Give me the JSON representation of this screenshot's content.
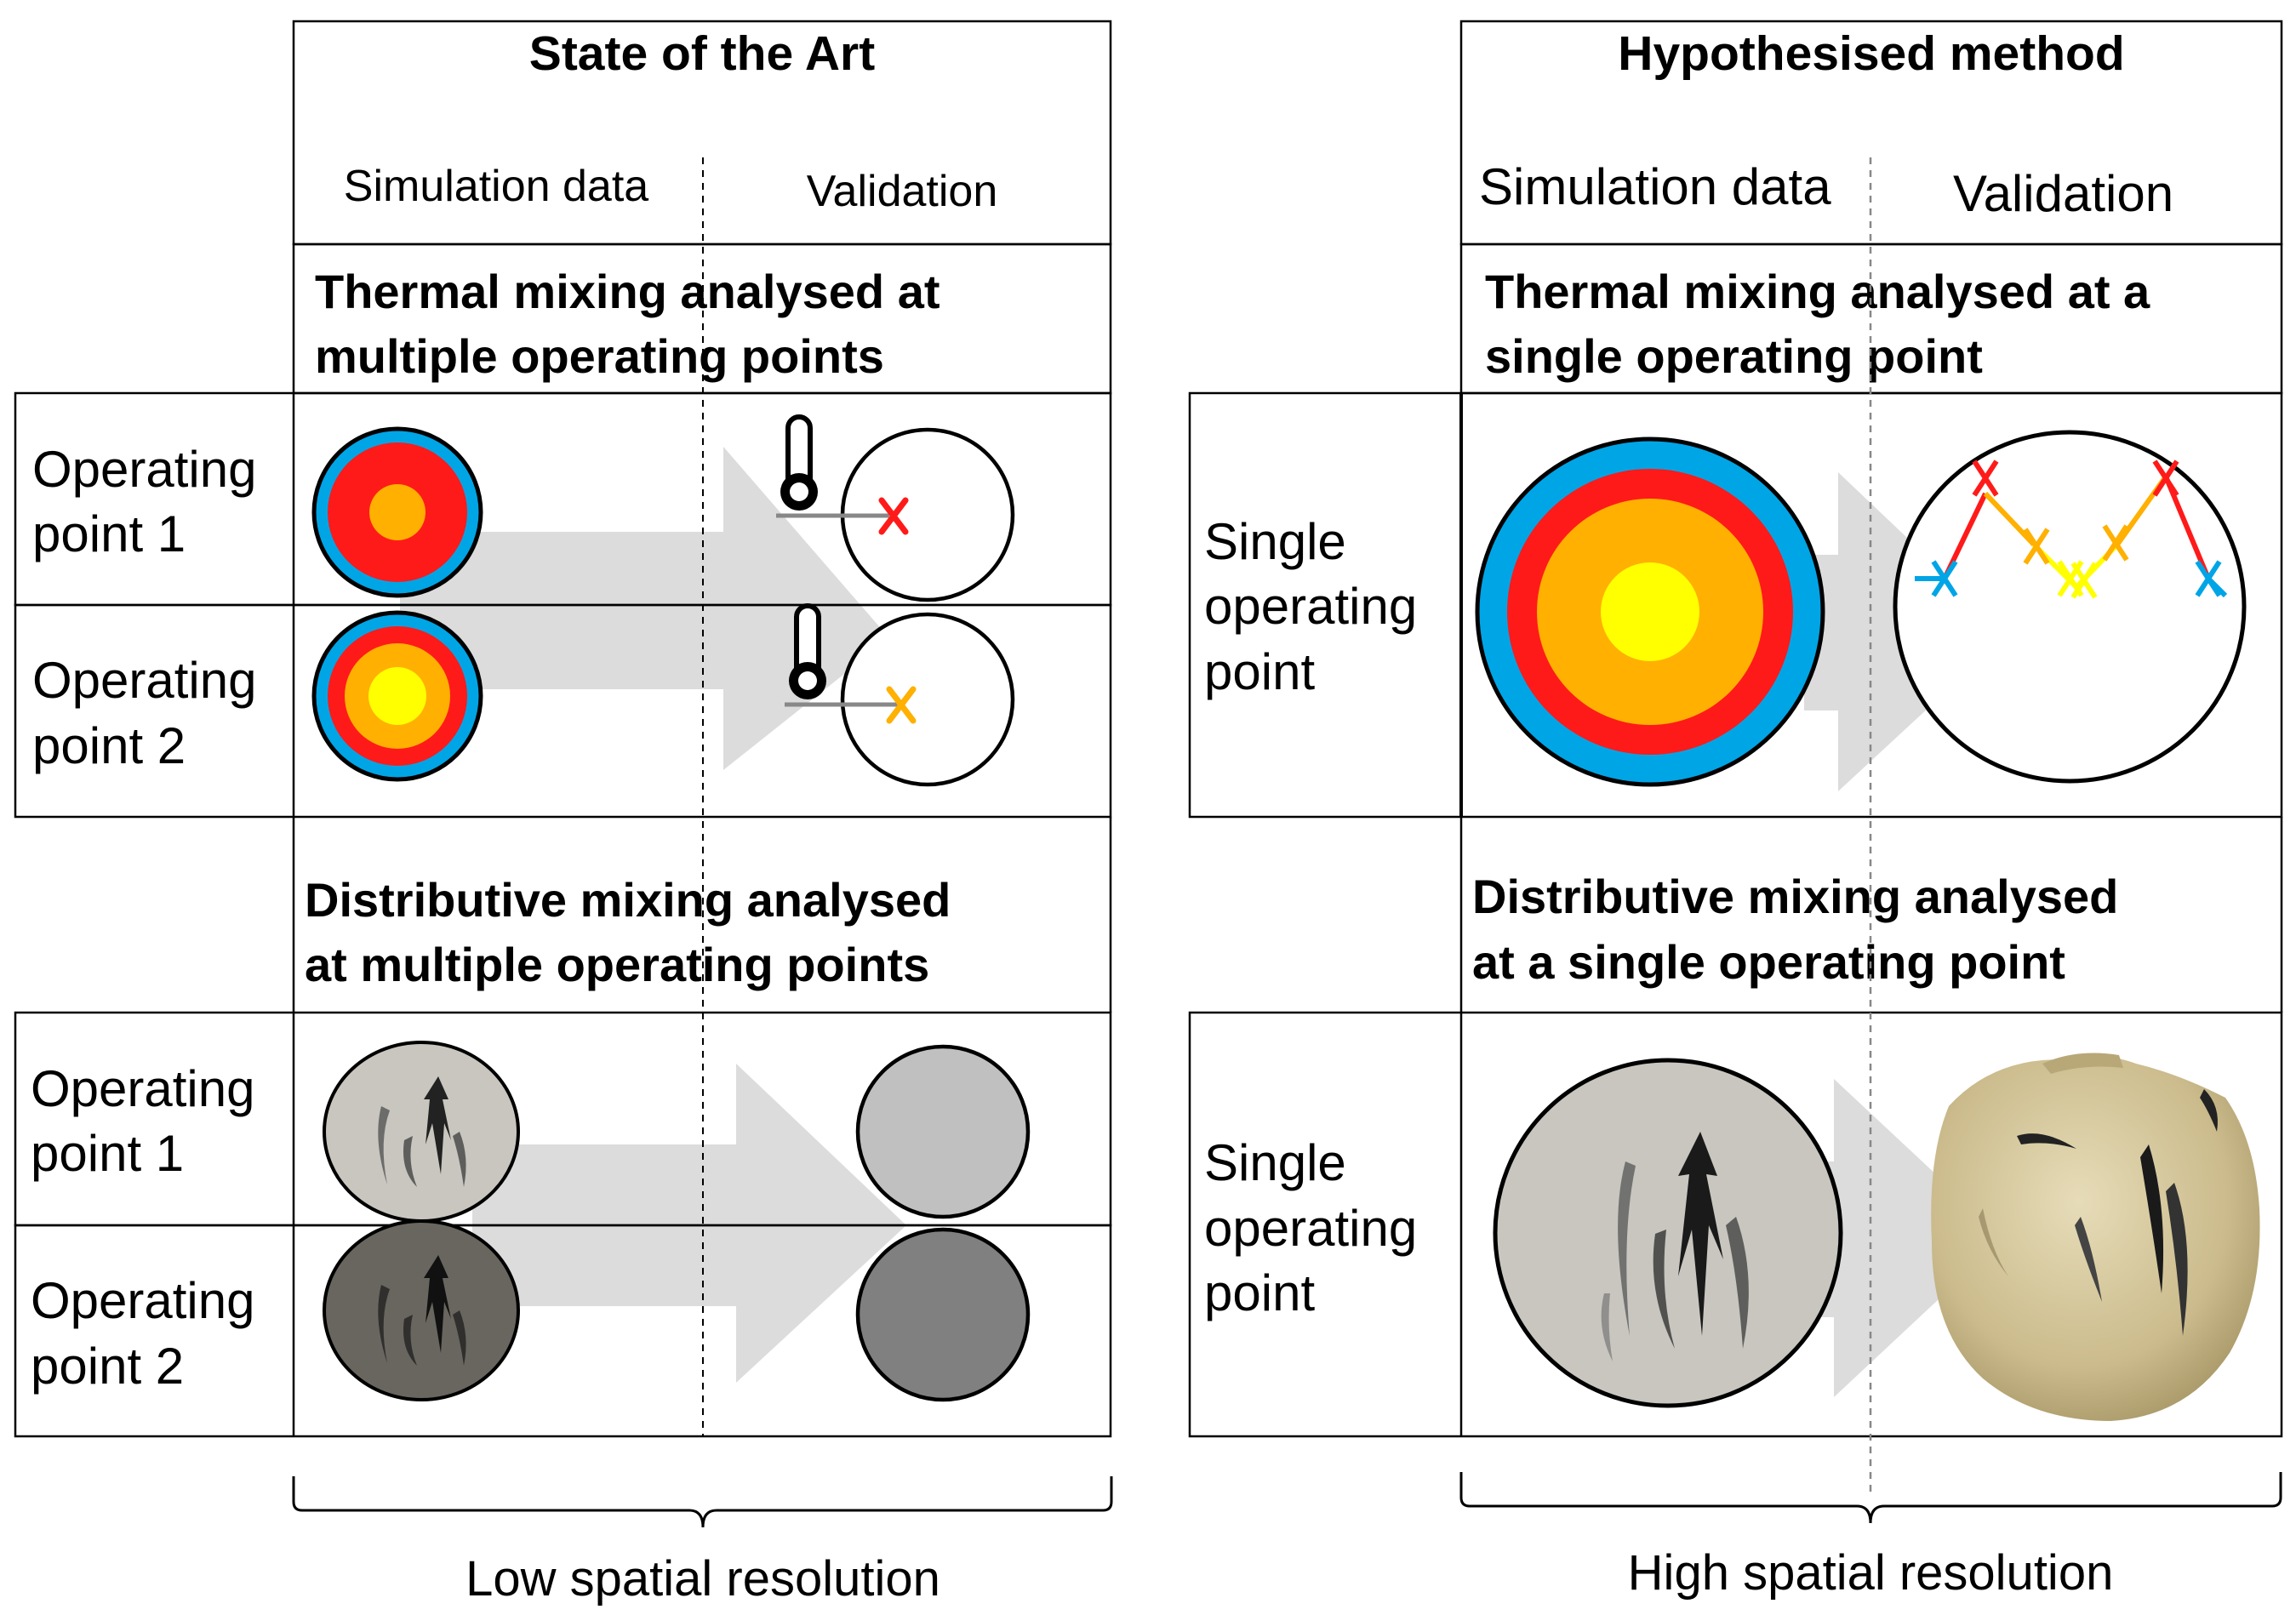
{
  "left_panel": {
    "title": "State of the Art",
    "col_simulation": "Simulation data",
    "col_validation": "Validation",
    "thermal_heading": [
      "Thermal mixing analysed at",
      "multiple operating points"
    ],
    "thermal_rows": [
      {
        "label": [
          "Operating",
          "point 1"
        ],
        "marker_color": "#ff1a1a"
      },
      {
        "label": [
          "Operating",
          "point 2"
        ],
        "marker_color": "#ffb000"
      }
    ],
    "distributive_heading": [
      "Distributive mixing analysed",
      "at multiple operating points"
    ],
    "distributive_rows": [
      {
        "label": [
          "Operating",
          "point 1"
        ],
        "fill": "#c0c0c0"
      },
      {
        "label": [
          "Operating",
          "point 2"
        ],
        "fill": "#808080"
      }
    ],
    "resolution": "Low spatial resolution"
  },
  "right_panel": {
    "title": "Hypothesised method",
    "col_simulation": "Simulation data",
    "col_validation": "Validation",
    "thermal_heading": [
      "Thermal mixing analysed at a",
      "single operating point"
    ],
    "thermal_row_label": [
      "Single",
      "operating",
      "point"
    ],
    "distributive_heading": [
      "Distributive mixing analysed",
      "at a single operating point"
    ],
    "distributive_row_label": [
      "Single",
      "operating",
      "point"
    ],
    "resolution": "High spatial resolution"
  },
  "colors": {
    "blue": "#00a5e6",
    "red": "#ff1a1a",
    "orange": "#ffb000",
    "yellow": "#ffff00",
    "arrow": "#dcdcdc",
    "sample": "#c8b88a"
  },
  "icons": [
    "thermometer-icon",
    "cross-marker-icon"
  ]
}
